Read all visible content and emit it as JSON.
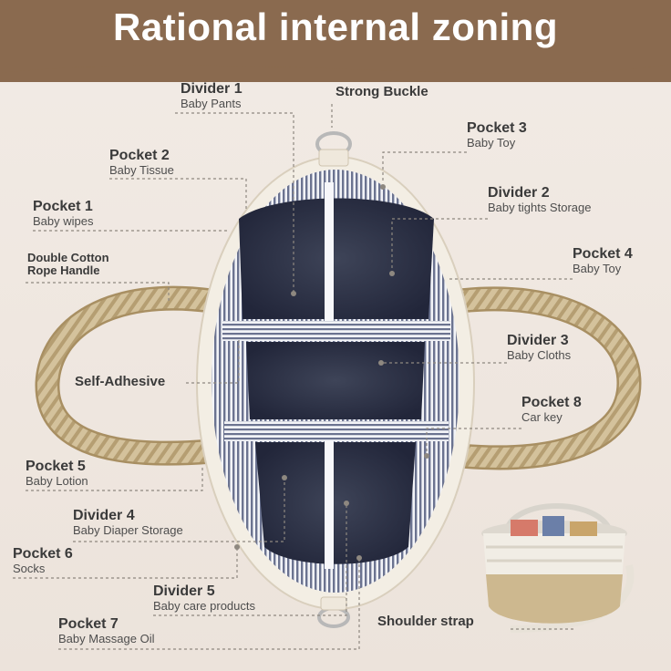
{
  "title": "Rational internal zoning",
  "colors": {
    "banner": "#8a6a4f",
    "background": "#efe7e0",
    "stripe": "#6b7390",
    "rope": "#cdb88f",
    "rim": "#f3eee4"
  },
  "callouts": [
    {
      "id": "divider-1",
      "name": "Divider 1",
      "desc": "Baby Pants"
    },
    {
      "id": "strong-buckle",
      "name": "Strong Buckle",
      "desc": ""
    },
    {
      "id": "pocket-3",
      "name": "Pocket 3",
      "desc": "Baby Toy"
    },
    {
      "id": "pocket-2",
      "name": "Pocket 2",
      "desc": "Baby Tissue"
    },
    {
      "id": "pocket-1",
      "name": "Pocket 1",
      "desc": "Baby wipes"
    },
    {
      "id": "divider-2",
      "name": "Divider 2",
      "desc": "Baby tights Storage"
    },
    {
      "id": "rope-handle",
      "name": "Double Cotton",
      "desc": "Rope Handle"
    },
    {
      "id": "pocket-4",
      "name": "Pocket 4",
      "desc": "Baby Toy"
    },
    {
      "id": "divider-3",
      "name": "Divider 3",
      "desc": "Baby Cloths"
    },
    {
      "id": "self-adhesive",
      "name": "Self-Adhesive",
      "desc": ""
    },
    {
      "id": "pocket-8",
      "name": "Pocket 8",
      "desc": "Car key"
    },
    {
      "id": "pocket-5",
      "name": "Pocket 5",
      "desc": "Baby Lotion"
    },
    {
      "id": "divider-4",
      "name": "Divider 4",
      "desc": "Baby Diaper Storage"
    },
    {
      "id": "pocket-6",
      "name": "Pocket 6",
      "desc": "Socks"
    },
    {
      "id": "divider-5",
      "name": "Divider 5",
      "desc": "Baby care products"
    },
    {
      "id": "pocket-7",
      "name": "Pocket 7",
      "desc": "Baby Massage Oil"
    },
    {
      "id": "shoulder-strap",
      "name": "Shoulder strap",
      "desc": ""
    }
  ]
}
